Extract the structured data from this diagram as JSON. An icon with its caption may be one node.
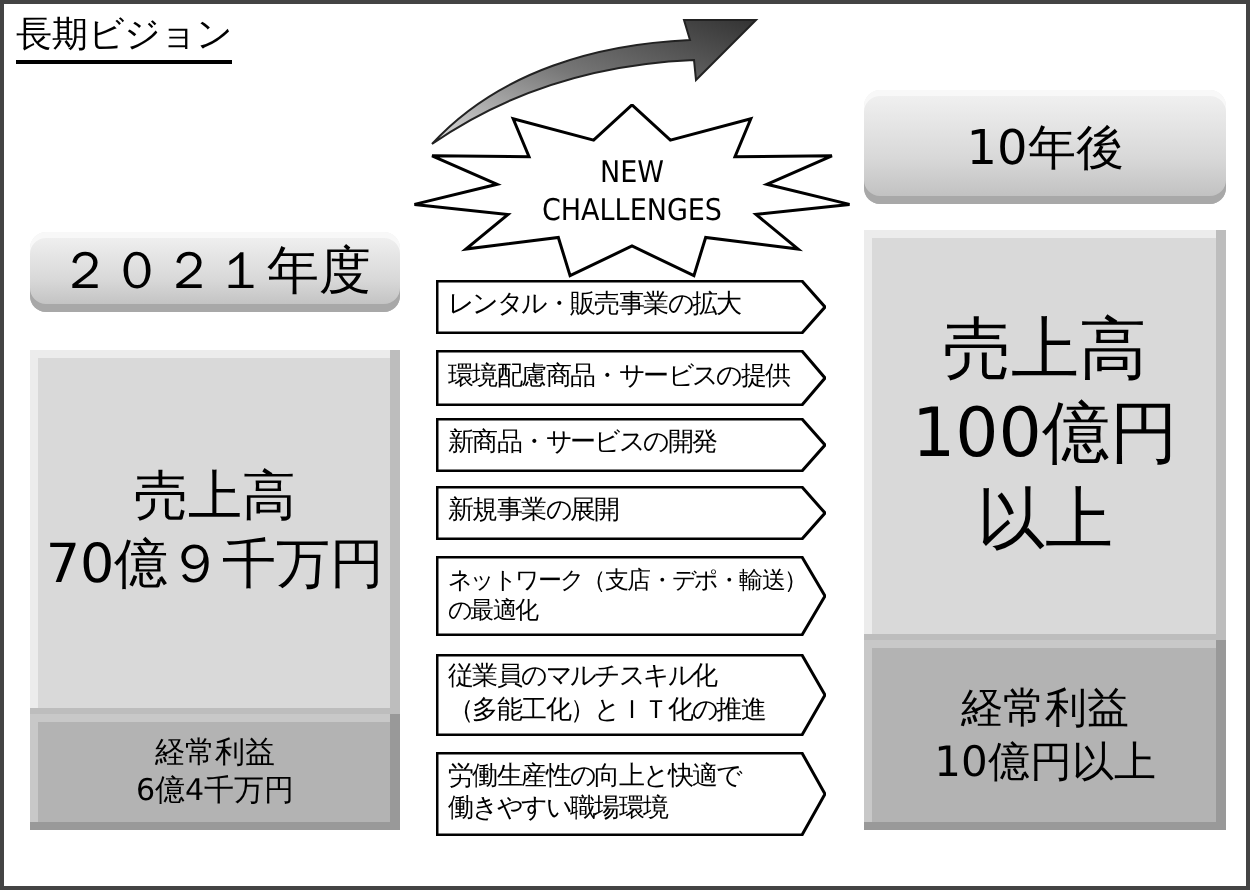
{
  "diagram": {
    "title": "長期ビジョン",
    "nodes": [
      {
        "text": [
          "２０２１年度"
        ]
      },
      {
        "text": [
          "売上高70億９千万円"
        ]
      },
      {
        "text": [
          "経常利益6億4千万円"
        ]
      },
      {
        "text": [
          "NEW CHALLENGES"
        ]
      },
      {
        "text": [
          "レンタル・販売事業の拡大"
        ]
      },
      {
        "text": [
          "環境配慮商品・サービスの提供"
        ]
      },
      {
        "text": [
          "新商品・サービスの開発"
        ]
      },
      {
        "text": [
          "新規事業の展開"
        ]
      },
      {
        "text": [
          "ネットワーク（支店・デポ・輸送）の最適化"
        ]
      },
      {
        "text": [
          "従業員のマルチスキル化（多能工化）とＩＴ化の推進"
        ]
      },
      {
        "text": [
          "労働生産性の向上と快適で働きやすい職場環境"
        ]
      },
      {
        "text": [
          "10年後"
        ]
      },
      {
        "text": [
          "売上高100億円以上"
        ]
      },
      {
        "text": [
          "経常利益10億円以上"
        ]
      }
    ]
  }
}
